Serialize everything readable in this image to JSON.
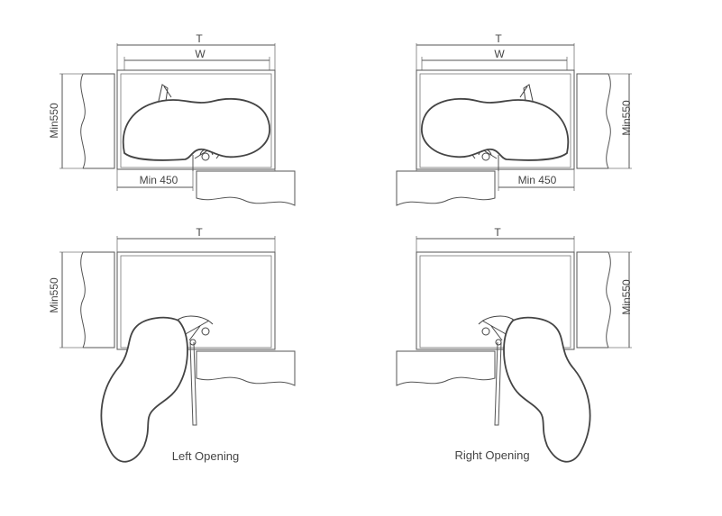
{
  "labels": {
    "t": "T",
    "w": "W",
    "min_depth": "Min550",
    "min_width": "Min 450"
  },
  "captions": {
    "left": "Left Opening",
    "right": "Right Opening"
  },
  "colors": {
    "line": "#555555",
    "tray_outline": "#444444",
    "text": "#444444"
  }
}
